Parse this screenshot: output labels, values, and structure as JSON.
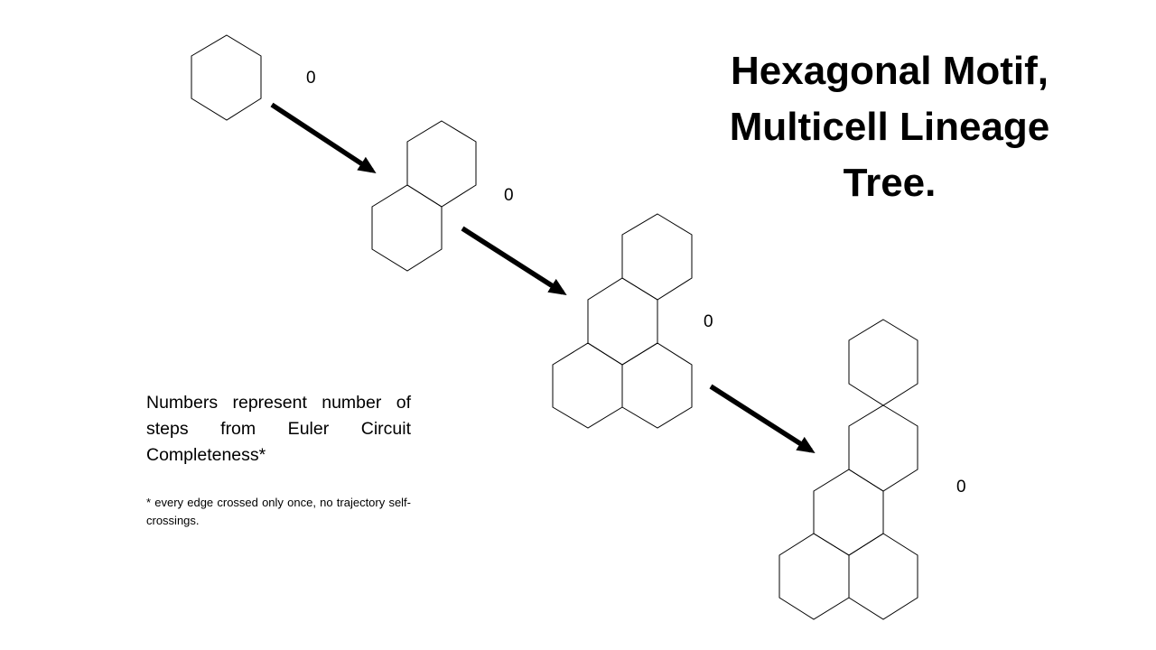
{
  "title": {
    "line1": "Hexagonal Motif,",
    "line2": "Multicell Lineage",
    "line3": "Tree."
  },
  "note": {
    "text": "Numbers represent number of steps from Euler Circuit Completeness*",
    "footnote": "* every edge crossed only once, no trajectory self-crossings."
  },
  "stages": [
    {
      "step_label": "0",
      "cell_count": 1
    },
    {
      "step_label": "0",
      "cell_count": 2
    },
    {
      "step_label": "0",
      "cell_count": 4
    },
    {
      "step_label": "0",
      "cell_count": 5
    }
  ],
  "colors": {
    "stroke": "#000000",
    "arrow": "#000000",
    "background": "#ffffff"
  }
}
